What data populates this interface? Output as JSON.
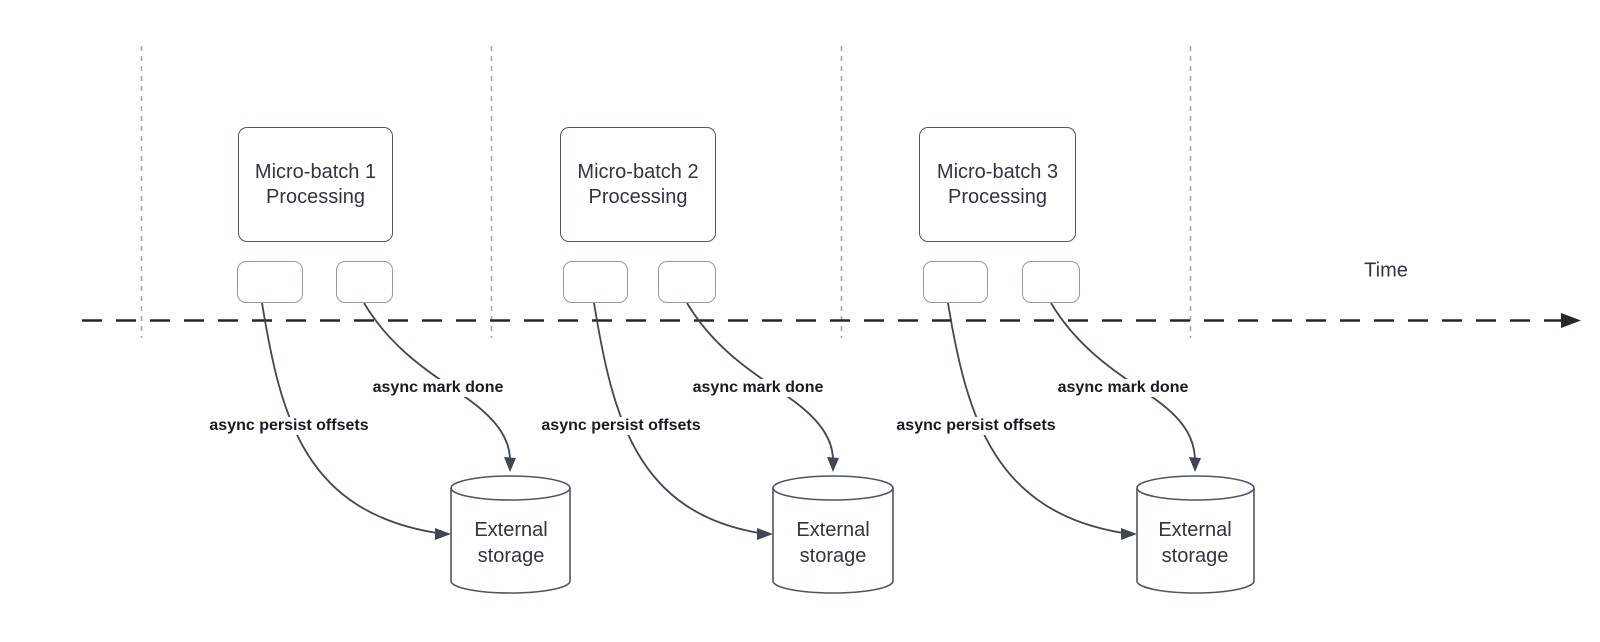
{
  "colors": {
    "background": "#ffffff",
    "node_border": "#4d5666",
    "sub_box_border": "#949aa5",
    "edge_line": "#3f4656",
    "timeline_line": "#24272e",
    "guide_line": "#a8a8a8",
    "node_text": "#2f3543",
    "edge_label_text": "#171b24"
  },
  "timeline": {
    "label": "Time"
  },
  "groups": [
    {
      "title": "Micro-batch 1 Processing",
      "persist_label": "async persist offsets",
      "done_label": "async mark done",
      "storage_label": "External storage"
    },
    {
      "title": "Micro-batch 2 Processing",
      "persist_label": "async persist offsets",
      "done_label": "async mark done",
      "storage_label": "External storage"
    },
    {
      "title": "Micro-batch 3 Processing",
      "persist_label": "async persist offsets",
      "done_label": "async mark done",
      "storage_label": "External storage"
    }
  ]
}
